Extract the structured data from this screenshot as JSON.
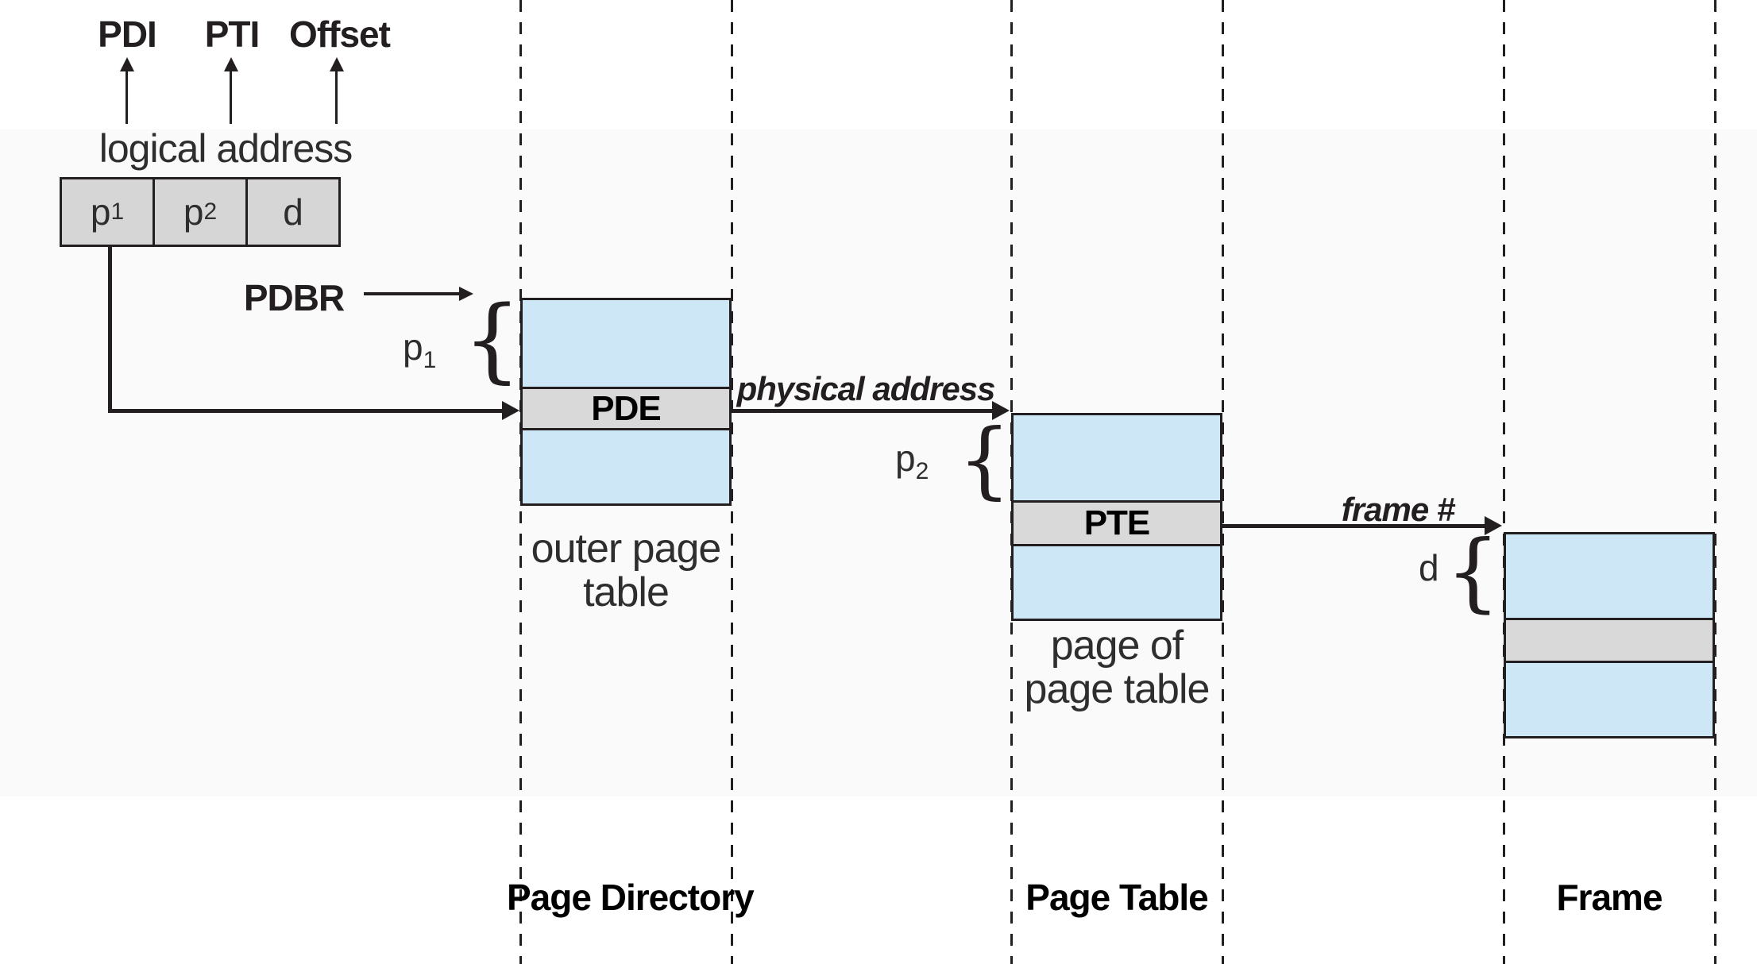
{
  "colors": {
    "table_fill": "#cde7f6",
    "entry_fill": "#d9d9d9",
    "cell_fill": "#d6d6d6",
    "line": "#231f20"
  },
  "logical_address": {
    "caption": "logical address",
    "bit_field_labels": [
      "PDI",
      "PTI",
      "Offset"
    ],
    "cells": [
      {
        "base": "p",
        "sub": "1"
      },
      {
        "base": "p",
        "sub": "2"
      },
      {
        "base": "d",
        "sub": ""
      }
    ]
  },
  "registers": {
    "pdbr": "PDBR"
  },
  "index_braces": [
    {
      "base": "p",
      "sub": "1"
    },
    {
      "base": "p",
      "sub": "2"
    },
    {
      "base": "d",
      "sub": ""
    }
  ],
  "glyphs": {
    "brace": "{"
  },
  "tables": {
    "outer": {
      "entry": "PDE",
      "caption_line1": "outer page",
      "caption_line2": "table"
    },
    "page": {
      "entry": "PTE",
      "caption_line1": "page of",
      "caption_line2": "page table"
    },
    "frame": {
      "entry": ""
    }
  },
  "arrow_labels": {
    "physical_address": "physical address",
    "frame_number": "frame #"
  },
  "column_labels": [
    "Page Directory",
    "Page Table",
    "Frame"
  ]
}
